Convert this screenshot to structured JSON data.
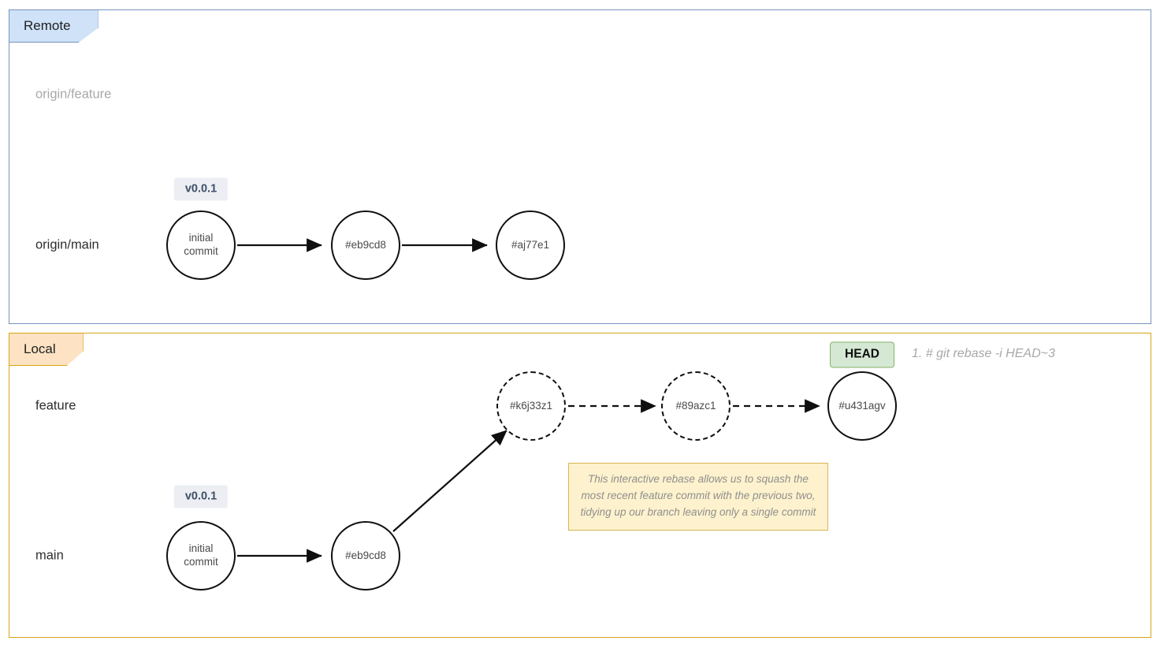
{
  "panes": {
    "remote": {
      "tab_label": "Remote",
      "border_color": "#7793bf",
      "tab_fill": "#cfe2f7"
    },
    "local": {
      "tab_label": "Local",
      "border_color": "#d6a515",
      "tab_fill": "#fde2c4"
    }
  },
  "branches": {
    "origin_feature": "origin/feature",
    "origin_main": "origin/main",
    "feature": "feature",
    "main": "main"
  },
  "tags": {
    "remote_main": "v0.0.1",
    "local_main": "v0.0.1"
  },
  "head": {
    "label": "HEAD",
    "fill": "#d5e8d4",
    "border": "#82b366"
  },
  "commits": {
    "remote_main": [
      {
        "label": "initial\ncommit",
        "line1": "initial",
        "line2": "commit",
        "style": "solid"
      },
      {
        "label": "#eb9cd8",
        "style": "solid"
      },
      {
        "label": "#aj77e1",
        "style": "solid"
      }
    ],
    "local_main": [
      {
        "label": "initial\ncommit",
        "line1": "initial",
        "line2": "commit",
        "style": "solid"
      },
      {
        "label": "#eb9cd8",
        "style": "solid"
      }
    ],
    "local_feature": [
      {
        "label": "#k6j33z1",
        "style": "dashed"
      },
      {
        "label": "#89azc1",
        "style": "dashed"
      },
      {
        "label": "#u431agv",
        "style": "solid"
      }
    ]
  },
  "commit_labels": {
    "initial_line1": "initial",
    "initial_line2": "commit",
    "eb9cd8": "#eb9cd8",
    "aj77e1": "#aj77e1",
    "eb9cd8_local": "#eb9cd8",
    "k6j33z1": "#k6j33z1",
    "azc1": "#89azc1",
    "u431agv": "#u431agv"
  },
  "command": {
    "text": "1. # git rebase -i HEAD~3"
  },
  "note": {
    "line1": "This interactive rebase allows us to squash the",
    "line2": "most recent feature commit with the previous two,",
    "line3": "tidying up our branch leaving only a single commit"
  }
}
